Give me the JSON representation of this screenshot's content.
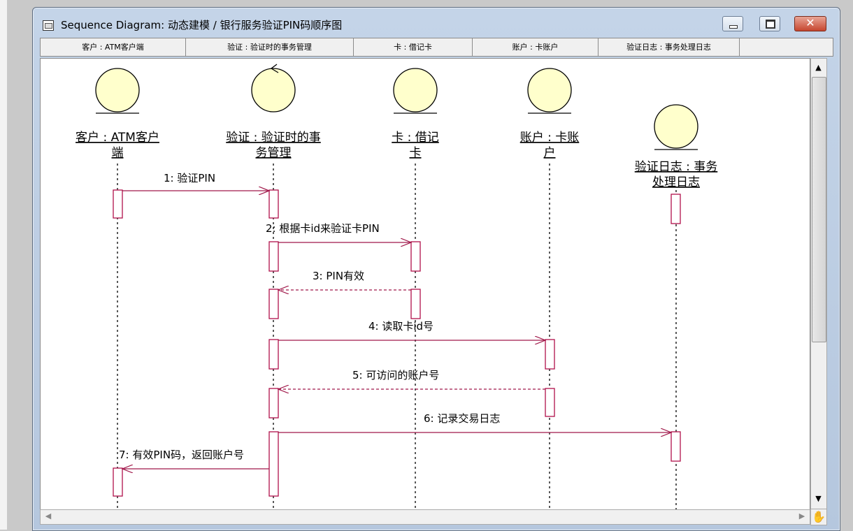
{
  "window": {
    "title": "Sequence Diagram: 动态建模 / 银行服务验证PIN码顺序图",
    "controls": [
      "minimize-icon",
      "maximize-icon",
      "close-icon"
    ]
  },
  "header": {
    "columns": [
      "客户 : ATM客户端",
      "验证 : 验证时的事务管理",
      "卡 : 借记卡",
      "账户 : 卡账户",
      "验证日志 : 事务处理日志"
    ]
  },
  "objects": [
    {
      "label_line1": "客户 : ATM客户",
      "label_line2": "端",
      "type": "entity"
    },
    {
      "label_line1": "验证 : 验证时的事",
      "label_line2": "务管理",
      "type": "control"
    },
    {
      "label_line1": "卡 : 借记",
      "label_line2": "卡",
      "type": "entity"
    },
    {
      "label_line1": "账户 : 卡账",
      "label_line2": "户",
      "type": "entity"
    },
    {
      "label_line1": "验证日志 : 事务",
      "label_line2": "处理日志",
      "type": "entity"
    }
  ],
  "messages": [
    {
      "label": "1: 验证PIN",
      "from": 0,
      "to": 1,
      "kind": "call"
    },
    {
      "label": "2: 根据卡id来验证卡PIN",
      "from": 1,
      "to": 2,
      "kind": "call"
    },
    {
      "label": "3: PIN有效",
      "from": 2,
      "to": 1,
      "kind": "return"
    },
    {
      "label": "4: 读取卡id号",
      "from": 1,
      "to": 3,
      "kind": "call"
    },
    {
      "label": "5: 可访问的账户号",
      "from": 3,
      "to": 1,
      "kind": "return"
    },
    {
      "label": "6: 记录交易日志",
      "from": 1,
      "to": 4,
      "kind": "call"
    },
    {
      "label": "7: 有效PIN码，返回账户号",
      "from": 1,
      "to": 0,
      "kind": "call"
    }
  ],
  "colors": {
    "message_line": "#a0184a",
    "activation": "#b0104a",
    "object_fill": "#ffffcc",
    "window_frame": "#b8c9df"
  },
  "scroll_icons": {
    "up": "▲",
    "down": "▼",
    "left": "◀",
    "right": "▶",
    "hand": "✋"
  }
}
